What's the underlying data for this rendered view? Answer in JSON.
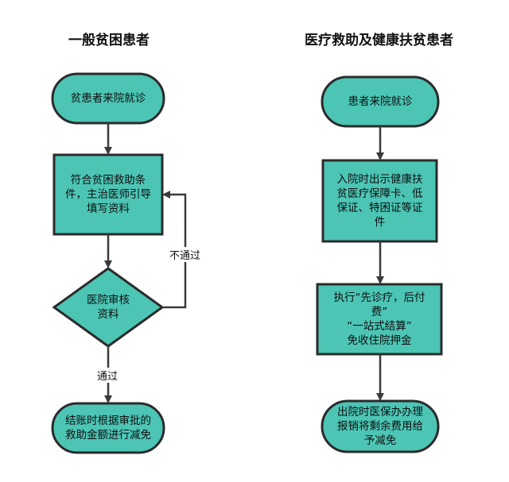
{
  "colors": {
    "fill": "#4CC5B5",
    "stroke": "#2B2B2B",
    "arrow": "#3A3A3A"
  },
  "left": {
    "title": "一般贫困患者",
    "start": "贫患者来院就诊",
    "step1": "符合贫困救助条\n件，主治医师引导\n填写资料",
    "decision": "医院审核\n资料",
    "reject_label": "不通过",
    "pass_label": "通过",
    "end": "结账时根据审批的\n救助金额进行减免"
  },
  "right": {
    "title": "医疗救助及健康扶贫患者",
    "start": "患者来院就诊",
    "step1": "入院时出示健康扶\n贫医疗保障卡、低\n保证、特困证等证\n件",
    "step2": "执行“先诊疗，后付\n费”\n“一站式结算”\n免收住院押金",
    "end": "出院时医保办办理\n报销将剩余费用给\n予减免"
  }
}
